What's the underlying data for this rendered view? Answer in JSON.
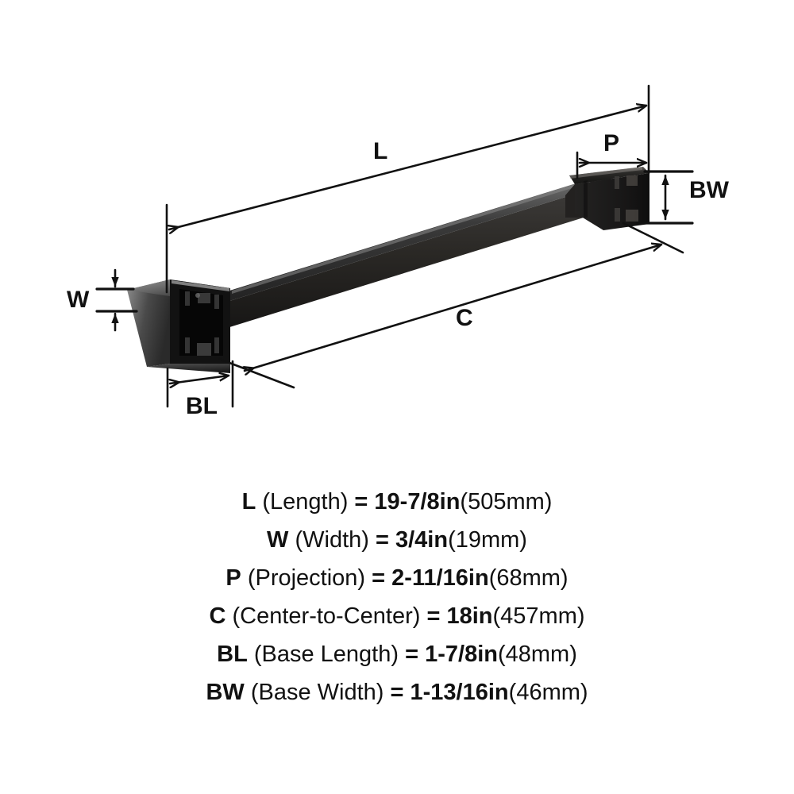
{
  "product": {
    "type": "towel-bar",
    "finish_color": "#1a1a1a"
  },
  "diagram": {
    "labels": {
      "L": "L",
      "W": "W",
      "P": "P",
      "C": "C",
      "BL": "BL",
      "BW": "BW"
    }
  },
  "legend": {
    "rows": [
      {
        "code": "L",
        "name": "(Length)",
        "eq": "=",
        "inches": "19-7/8in",
        "mm": "(505mm)"
      },
      {
        "code": "W",
        "name": "(Width)",
        "eq": "=",
        "inches": "3/4in",
        "mm": "(19mm)"
      },
      {
        "code": "P",
        "name": "(Projection)",
        "eq": "=",
        "inches": "2-11/16in",
        "mm": "(68mm)"
      },
      {
        "code": "C",
        "name": "(Center-to-Center)",
        "eq": "=",
        "inches": "18in",
        "mm": "(457mm)"
      },
      {
        "code": "BL",
        "name": "(Base Length)",
        "eq": "=",
        "inches": "1-7/8in",
        "mm": "(48mm)"
      },
      {
        "code": "BW",
        "name": "(Base Width)",
        "eq": "=",
        "inches": "1-13/16in",
        "mm": "(46mm)"
      }
    ]
  },
  "colors": {
    "background": "#ffffff",
    "line": "#111111",
    "metal_dark": "#1b1b1b",
    "metal_mid": "#2e2e2e",
    "metal_light": "#5a5a5a"
  }
}
